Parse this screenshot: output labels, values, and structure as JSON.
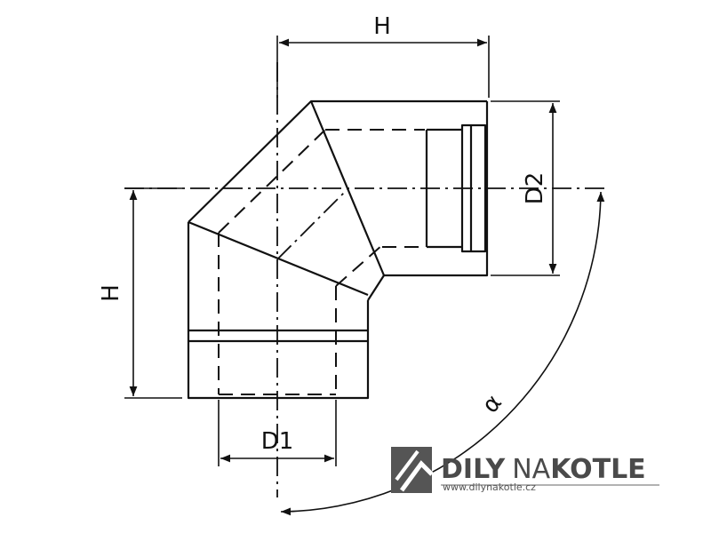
{
  "drawing": {
    "labels": {
      "height_top": "H",
      "height_left": "H",
      "diameter_1": "D1",
      "diameter_2": "D2",
      "angle": "α"
    }
  },
  "logo": {
    "brand_a": "DILY",
    "brand_b": "NA",
    "brand_c": "KOTLE",
    "url": "www.dilynakotle.cz",
    "colors": {
      "text": "#4a4a4a",
      "mark": "#555555"
    }
  },
  "colors": {
    "line": "#111111",
    "background": "#ffffff"
  }
}
